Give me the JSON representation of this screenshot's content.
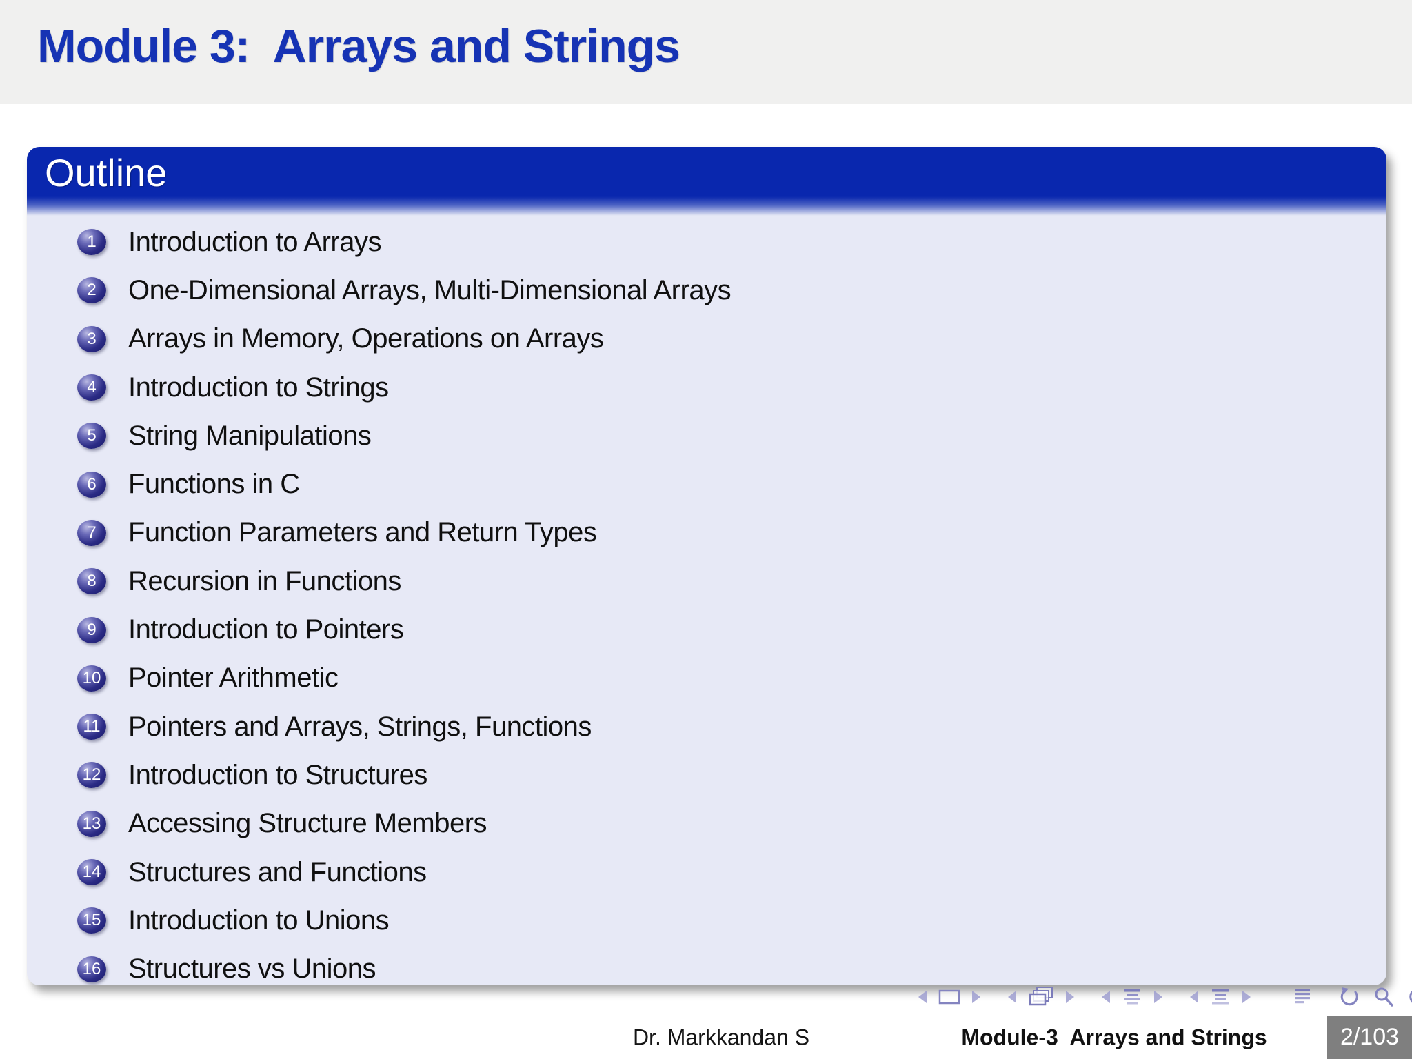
{
  "frame": {
    "title": "Module 3:  Arrays and Strings"
  },
  "outline_block": {
    "title": "Outline",
    "items": [
      {
        "num": "1",
        "label": "Introduction to Arrays"
      },
      {
        "num": "2",
        "label": "One-Dimensional Arrays, Multi-Dimensional Arrays"
      },
      {
        "num": "3",
        "label": "Arrays in Memory, Operations on Arrays"
      },
      {
        "num": "4",
        "label": "Introduction to Strings"
      },
      {
        "num": "5",
        "label": "String Manipulations"
      },
      {
        "num": "6",
        "label": "Functions in C"
      },
      {
        "num": "7",
        "label": "Function Parameters and Return Types"
      },
      {
        "num": "8",
        "label": "Recursion in Functions"
      },
      {
        "num": "9",
        "label": "Introduction to Pointers"
      },
      {
        "num": "10",
        "label": "Pointer Arithmetic"
      },
      {
        "num": "11",
        "label": "Pointers and Arrays, Strings, Functions"
      },
      {
        "num": "12",
        "label": "Introduction to Structures"
      },
      {
        "num": "13",
        "label": "Accessing Structure Members"
      },
      {
        "num": "14",
        "label": "Structures and Functions"
      },
      {
        "num": "15",
        "label": "Introduction to Unions"
      },
      {
        "num": "16",
        "label": "Structures vs Unions"
      }
    ]
  },
  "footer": {
    "author": "Dr. Markkandan S",
    "short_title": "Module-3  Arrays and Strings",
    "page_indicator": "2/103"
  },
  "colors": {
    "title_blue": "#1633b4",
    "block_header_blue": "#0927ae",
    "block_body_lavender": "#e7e9f6",
    "title_band_gray": "#f0f0ef",
    "page_box_gray": "#7f7f7f",
    "nav_symbol_purple": "#8b8bc8"
  }
}
